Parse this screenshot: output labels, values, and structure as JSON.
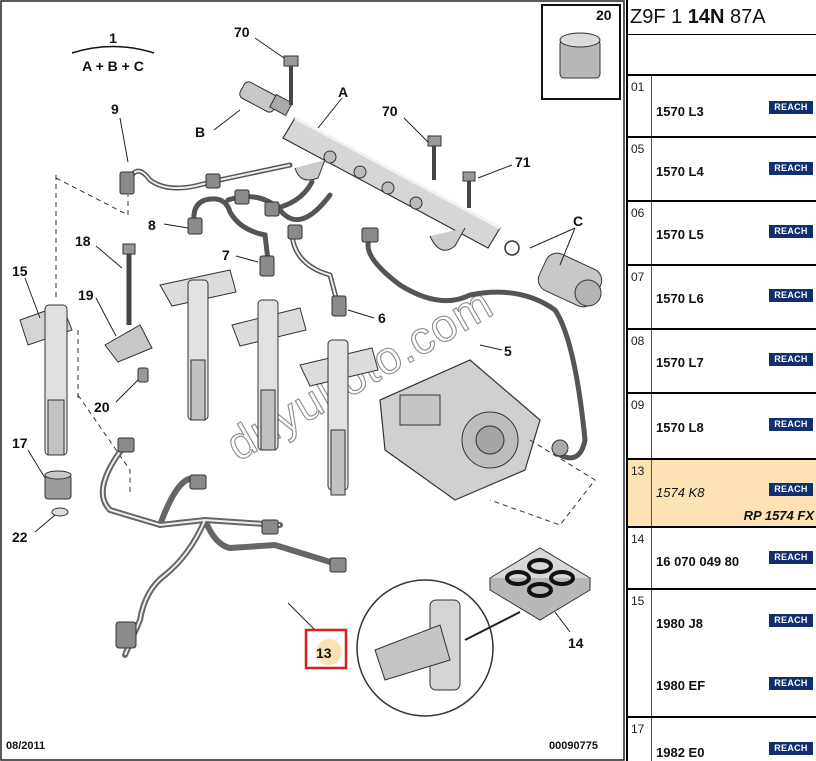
{
  "diagram": {
    "refs": {
      "group_number": "1",
      "group_formula": "A + B + C",
      "top_box": "20",
      "r70a": "70",
      "r70b": "70",
      "r71": "71",
      "rA": "A",
      "rB": "B",
      "rC": "C",
      "r9": "9",
      "r8": "8",
      "r7": "7",
      "r6": "6",
      "r5": "5",
      "r18": "18",
      "r19": "19",
      "r15": "15",
      "r20": "20",
      "r17": "17",
      "r22": "22",
      "r13": "13",
      "r14": "14"
    },
    "date": "08/2011",
    "doc_number": "00090775",
    "watermark": "duyukoto.com",
    "highlight_color": "#fde2b3",
    "highlight_border": "#d62020"
  },
  "panel": {
    "title_a": "Z9F 1 ",
    "title_b": "14N",
    "title_c": " 87A",
    "reach_label": "REACH",
    "rows": [
      {
        "num": "01",
        "part": "1570 L3"
      },
      {
        "num": "05",
        "part": "1570 L4"
      },
      {
        "num": "06",
        "part": "1570 L5"
      },
      {
        "num": "07",
        "part": "1570 L6"
      },
      {
        "num": "08",
        "part": "1570 L7"
      },
      {
        "num": "09",
        "part": "1570 L8"
      },
      {
        "num": "13",
        "part": "1574 K8",
        "alt": "RP 1574 FX"
      },
      {
        "num": "14",
        "part": "16 070 049 80"
      },
      {
        "num": "15",
        "part": "1980 J8",
        "part2": "1980 EF"
      },
      {
        "num": "17",
        "part": "1982 E0"
      }
    ]
  }
}
